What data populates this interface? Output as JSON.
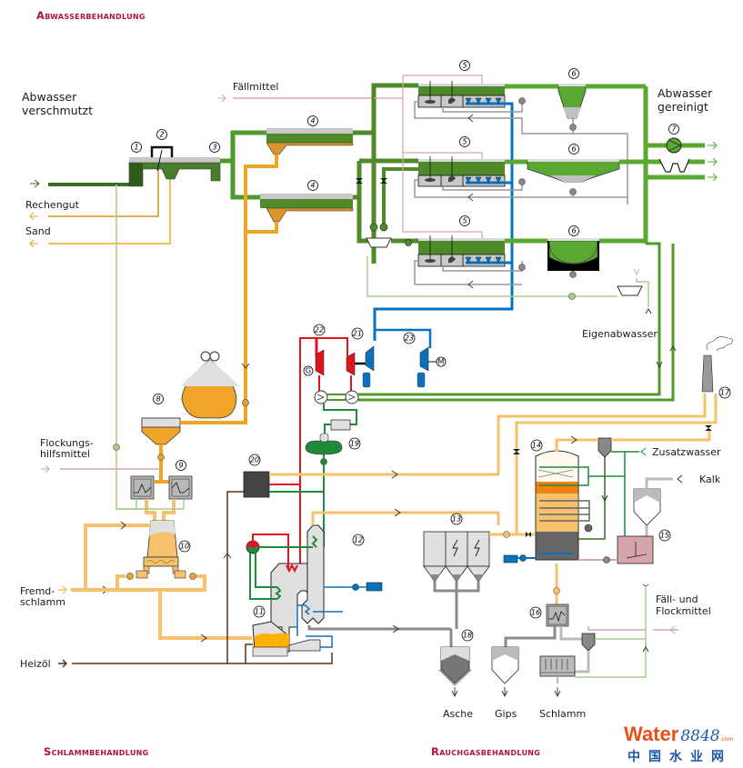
{
  "sections": {
    "wastewater": "Abwasserbehandlung",
    "sludge": "Schlammbehandlung",
    "fluegas": "Rauchgasbehandlung"
  },
  "labels": {
    "inlet_line1": "Abwasser",
    "inlet_line2": "verschmutzt",
    "outlet_line1": "Abwasser",
    "outlet_line2": "gereinigt",
    "rechengut": "Rechengut",
    "sand": "Sand",
    "faellmittel": "Fällmittel",
    "eigenabwasser": "Eigenabwasser",
    "flockung_line1": "Flockungs-",
    "flockung_line2": "hilfsmittel",
    "fremd_line1": "Fremd-",
    "fremd_line2": "schlamm",
    "heizoel": "Heizöl",
    "zusatzwasser": "Zusatzwasser",
    "kalk": "Kalk",
    "faell_flock_line1": "Fäll- und",
    "faell_flock_line2": "Flockmittel",
    "asche": "Asche",
    "gips": "Gips",
    "schlamm": "Schlamm"
  },
  "components": [
    {
      "id": "1",
      "label": "1"
    },
    {
      "id": "2",
      "label": "2"
    },
    {
      "id": "3",
      "label": "3"
    },
    {
      "id": "4a",
      "label": "4"
    },
    {
      "id": "4b",
      "label": "4"
    },
    {
      "id": "5a",
      "label": "5"
    },
    {
      "id": "5b",
      "label": "5"
    },
    {
      "id": "5c",
      "label": "5"
    },
    {
      "id": "6a",
      "label": "6"
    },
    {
      "id": "6b",
      "label": "6"
    },
    {
      "id": "6c",
      "label": "6"
    },
    {
      "id": "7",
      "label": "7"
    },
    {
      "id": "8",
      "label": "8"
    },
    {
      "id": "9",
      "label": "9"
    },
    {
      "id": "10",
      "label": "10"
    },
    {
      "id": "11",
      "label": "11"
    },
    {
      "id": "12",
      "label": "12"
    },
    {
      "id": "13",
      "label": "13"
    },
    {
      "id": "14",
      "label": "14"
    },
    {
      "id": "15",
      "label": "15"
    },
    {
      "id": "16",
      "label": "16"
    },
    {
      "id": "17",
      "label": "17"
    },
    {
      "id": "18",
      "label": "18"
    },
    {
      "id": "19",
      "label": "19"
    },
    {
      "id": "20",
      "label": "20"
    },
    {
      "id": "21",
      "label": "21"
    },
    {
      "id": "22",
      "label": "22"
    },
    {
      "id": "23",
      "label": "23"
    }
  ],
  "symbols": {
    "generator": "G",
    "motor": "M"
  },
  "logo": {
    "brand": "Water",
    "number": "8848",
    "domain": ".com",
    "chinese": "中国水业网"
  },
  "colors": {
    "section_title": "#b0133f",
    "water_dark": "#3d6b24",
    "water_green": "#4f9a2a",
    "water_light": "#a6d08a",
    "sludge_orange": "#f0a52a",
    "sludge_light": "#f5c26b",
    "steam_red": "#e0141e",
    "condensate_green": "#1e8a3a",
    "air_blue": "#0a72bc",
    "chemical_pink": "#d4a5ad",
    "ash_grey": "#8a8a8a",
    "oil_brown": "#5a3418"
  }
}
